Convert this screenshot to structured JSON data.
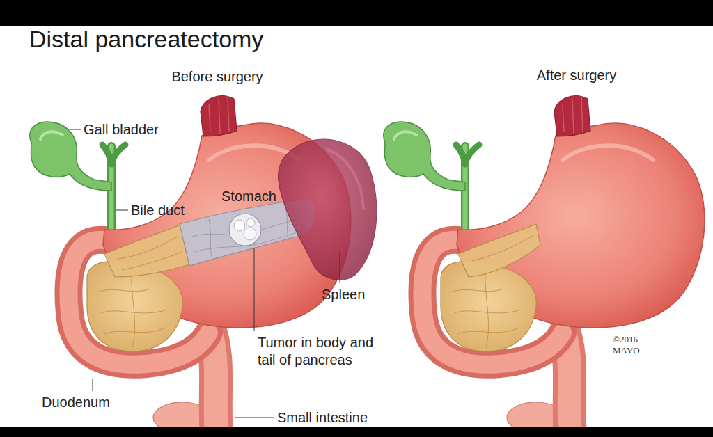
{
  "diagram": {
    "title": "Distal pancreatectomy",
    "labels": [
      "Before surgery",
      "After surgery",
      "Gall bladder",
      "Bile duct",
      "Stomach",
      "Spleen",
      "Tumor in body and tail of pancreas",
      "Duodenum",
      "Small intestine",
      "©2016 MAYO"
    ]
  }
}
